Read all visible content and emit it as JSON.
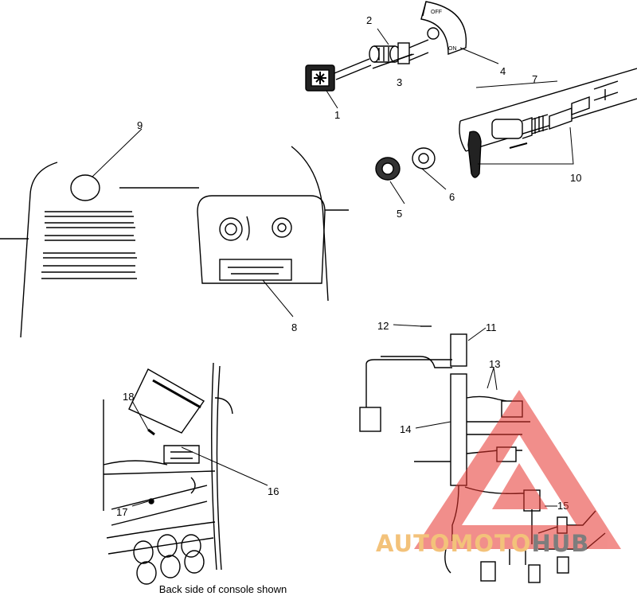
{
  "callouts": [
    "1",
    "2",
    "3",
    "4",
    "5",
    "6",
    "7",
    "8",
    "9",
    "10",
    "11",
    "12",
    "13",
    "14",
    "15",
    "16",
    "17",
    "18"
  ],
  "caption": "Back side of console shown",
  "switch_labels": {
    "off": "OFF",
    "on": "ON"
  },
  "watermark": {
    "part1": "AUTOMOTO",
    "part2": "HUB",
    "color1": "#f3c27a",
    "color2": "#7d7d7d",
    "triangle_color": "#e7332d"
  }
}
